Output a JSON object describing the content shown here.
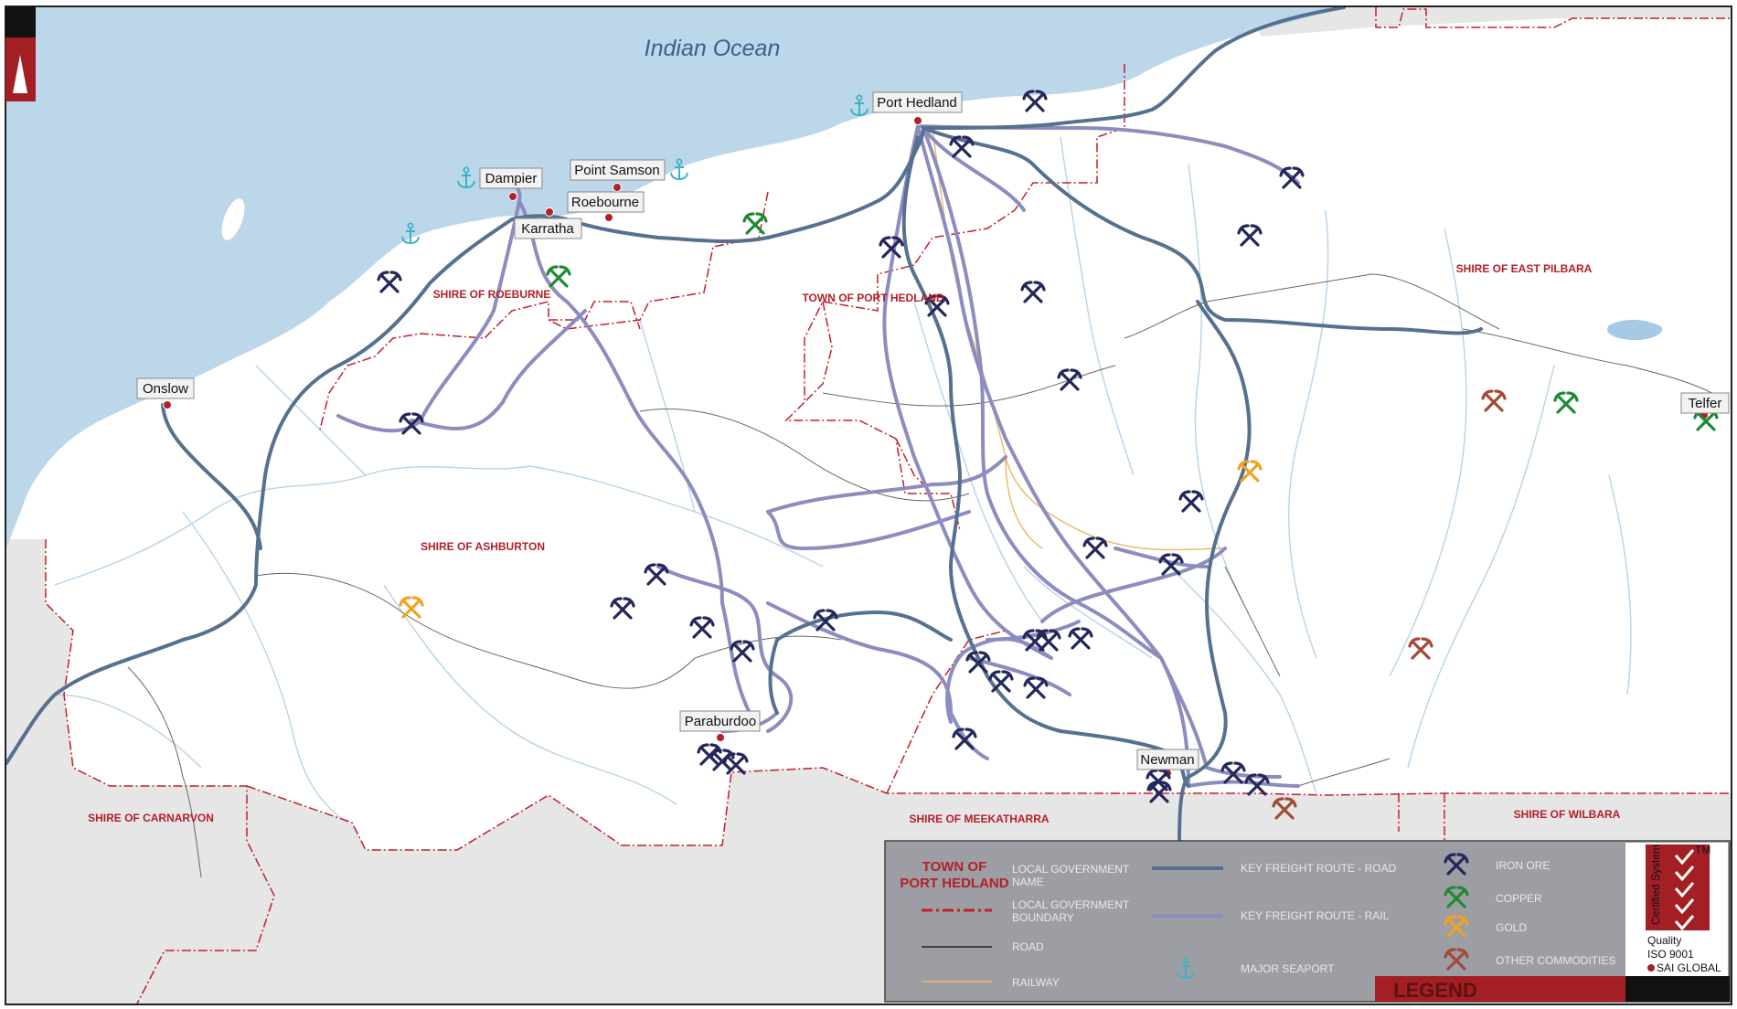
{
  "map": {
    "ocean_label": "Indian Ocean",
    "towns": [
      {
        "id": "port-hedland",
        "name": "Port Hedland"
      },
      {
        "id": "dampier",
        "name": "Dampier"
      },
      {
        "id": "point-samson",
        "name": "Point Samson"
      },
      {
        "id": "roebourne",
        "name": "Roebourne"
      },
      {
        "id": "karratha",
        "name": "Karratha"
      },
      {
        "id": "onslow",
        "name": "Onslow"
      },
      {
        "id": "telfer",
        "name": "Telfer"
      },
      {
        "id": "paraburdoo",
        "name": "Paraburdoo"
      },
      {
        "id": "newman",
        "name": "Newman"
      }
    ],
    "shires": [
      {
        "id": "roebourne",
        "name": "SHIRE OF ROEBURNE"
      },
      {
        "id": "port-hedland",
        "name": "TOWN OF PORT HEDLAND"
      },
      {
        "id": "east-pilbara",
        "name": "SHIRE OF EAST PILBARA"
      },
      {
        "id": "ashburton",
        "name": "SHIRE OF ASHBURTON"
      },
      {
        "id": "carnarvon",
        "name": "SHIRE OF CARNARVON"
      },
      {
        "id": "meekatharra",
        "name": "SHIRE OF MEEKATHARRA"
      },
      {
        "id": "wilbara",
        "name": "SHIRE OF WILBARA"
      }
    ],
    "north_arrow": "north-arrow-icon",
    "icons": {
      "iron_ore": "iron-ore-pick-icon",
      "copper": "copper-pick-icon",
      "gold": "gold-pick-icon",
      "other": "other-commodities-pick-icon",
      "seaport": "anchor-icon"
    }
  },
  "colors": {
    "ocean": "#bcd6ea",
    "land": "#ffffff",
    "outside": "#e6e6e6",
    "boundary": "#c0202a",
    "road_freight": "#56708f",
    "rail_freight": "#8c8cbf",
    "road": "#666666",
    "railway": "#e8b960",
    "river": "#b7d3e6",
    "iron_ore": "#23275a",
    "copper": "#1f8a34",
    "gold": "#f0a322",
    "other": "#a24a36",
    "seaport": "#3bb3c4",
    "legend_bg": "#9d9ea3",
    "legend_bar": "#a31f24"
  },
  "legend": {
    "title": "LEGEND",
    "lga_sample": [
      "TOWN OF",
      "PORT HEDLAND"
    ],
    "lga_name": [
      "LOCAL GOVERNMENT",
      "NAME"
    ],
    "lga_boundary": [
      "LOCAL GOVERNMENT",
      "BOUNDARY"
    ],
    "road": "ROAD",
    "railway": "RAILWAY",
    "freight_road": "KEY FREIGHT ROUTE - ROAD",
    "freight_rail": "KEY FREIGHT ROUTE - RAIL",
    "seaport": "MAJOR SEAPORT",
    "iron_ore": "IRON ORE",
    "copper": "COPPER",
    "gold": "GOLD",
    "other": "OTHER COMMODITIES"
  },
  "certification": {
    "vertical": "Certified System",
    "quality": "Quality",
    "iso": "ISO 9001",
    "org": "SAI GLOBAL",
    "tm": "TM"
  }
}
